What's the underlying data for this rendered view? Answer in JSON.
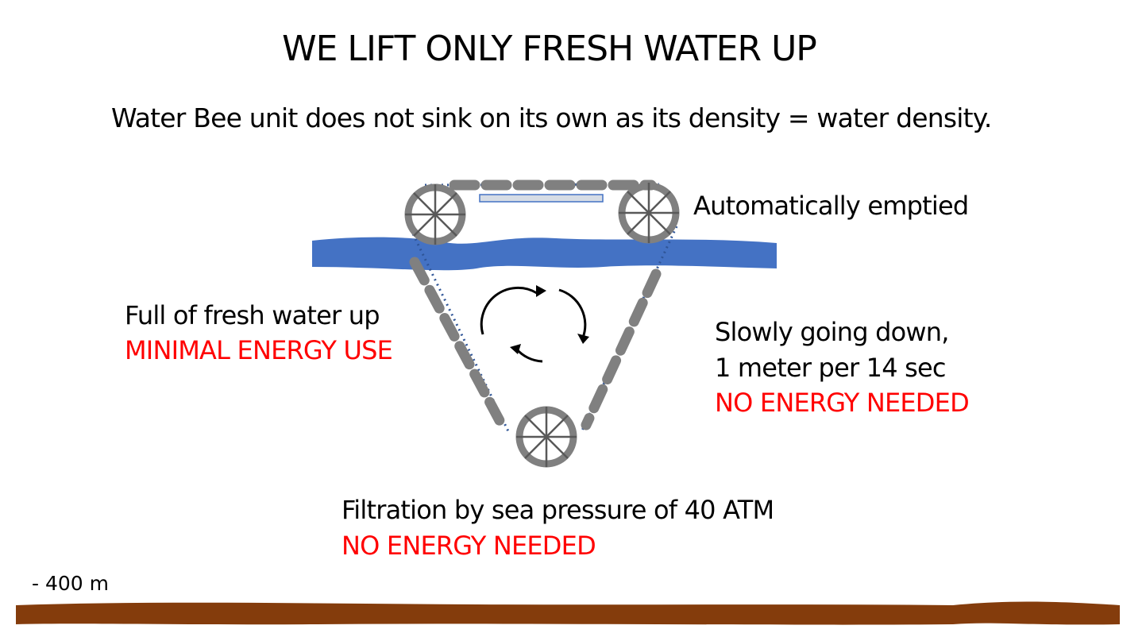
{
  "title": "WE LIFT ONLY FRESH WATER UP",
  "subtitle": "Water Bee unit does not sink on its own as its density = water density.",
  "labels": {
    "top_right": "Automatically emptied",
    "left": {
      "line1": "Full of fresh water up",
      "line2": "MINIMAL ENERGY USE"
    },
    "right": {
      "line1": "Slowly going down,",
      "line2": "1 meter per 14 sec",
      "line3": "NO ENERGY NEEDED"
    },
    "bottom": {
      "line1": "Filtration by sea pressure of 40 ATM",
      "line2": "NO ENERGY NEEDED"
    },
    "depth": "- 400 m"
  },
  "colors": {
    "water": "#4472c4",
    "ground": "#843c0c",
    "wheel": "#808080",
    "highlight": "#ff0000"
  }
}
